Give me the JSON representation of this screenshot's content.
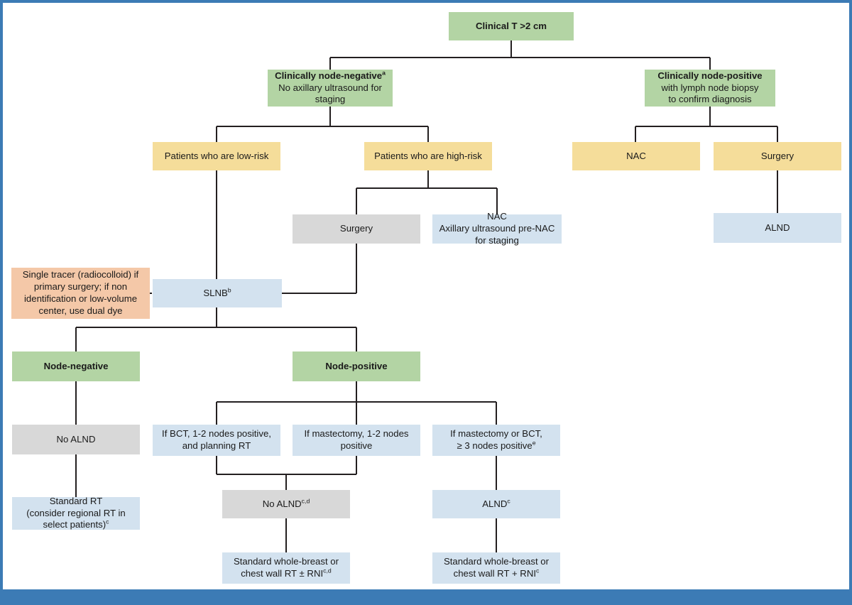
{
  "figure": {
    "type": "clinical-decision-flowchart",
    "accent_color": "#3c7bb5",
    "palette": {
      "green": "#b3d4a4",
      "yellow": "#f5dd9a",
      "blue": "#d3e2ef",
      "gray": "#d8d8d8",
      "peach": "#f4c8a8",
      "connector": "#231f20"
    }
  },
  "nodes": {
    "root": {
      "line1": "Clinical T >2 cm"
    },
    "node_negative_branch": {
      "line1": "Clinically node-negative",
      "sup1": "a",
      "line2": "No axillary ultrasound for",
      "line3": "staging"
    },
    "node_positive_branch": {
      "line1": "Clinically node-positive",
      "line2": "with lymph node biopsy",
      "line3": "to confirm diagnosis"
    },
    "low_risk": {
      "line1": "Patients who are low-risk"
    },
    "high_risk": {
      "line1": "Patients who are high-risk"
    },
    "cnp_nac": {
      "line1": "NAC"
    },
    "cnp_surgery": {
      "line1": "Surgery"
    },
    "cnp_alnd": {
      "line1": "ALND"
    },
    "hr_surgery": {
      "line1": "Surgery"
    },
    "hr_nac": {
      "line1": "NAC",
      "line2": "Axillary ultrasound pre-NAC",
      "line3": "for staging"
    },
    "tracer_note": {
      "line1": "Single tracer (radiocolloid) if",
      "line2": "primary surgery; if non",
      "line3": "identification or low-volume",
      "line4": "center, use dual dye"
    },
    "slnb": {
      "line1": "SLNB",
      "sup1": "b"
    },
    "slnb_node_negative": {
      "line1": "Node-negative"
    },
    "slnb_node_positive": {
      "line1": "Node-positive"
    },
    "no_alnd_left": {
      "line1": "No ALND"
    },
    "standard_rt_left": {
      "line1": "Standard RT",
      "line2": "(consider regional RT in",
      "line3": "select patients)",
      "sup3": "c"
    },
    "bct_1_2_nodes": {
      "line1": "If BCT, 1-2 nodes positive,",
      "line2": "and planning RT"
    },
    "mastectomy_1_2_nodes": {
      "line1": "If mastectomy, 1-2 nodes",
      "line2": "positive"
    },
    "mastectomy_or_bct_3plus": {
      "line1": "If mastectomy or BCT,",
      "line2": "≥ 3 nodes positive",
      "sup2": "e"
    },
    "no_alnd_mid": {
      "line1": "No ALND",
      "sup1": "c,d"
    },
    "alnd_right": {
      "line1": "ALND",
      "sup1": "c"
    },
    "rt_rni_optional": {
      "line1": "Standard whole-breast or",
      "line2": "chest wall RT ±  RNI",
      "sup2": "c,d"
    },
    "rt_rni_required": {
      "line1": "Standard whole-breast or",
      "line2": "chest wall RT + RNI",
      "sup2": "c"
    }
  }
}
